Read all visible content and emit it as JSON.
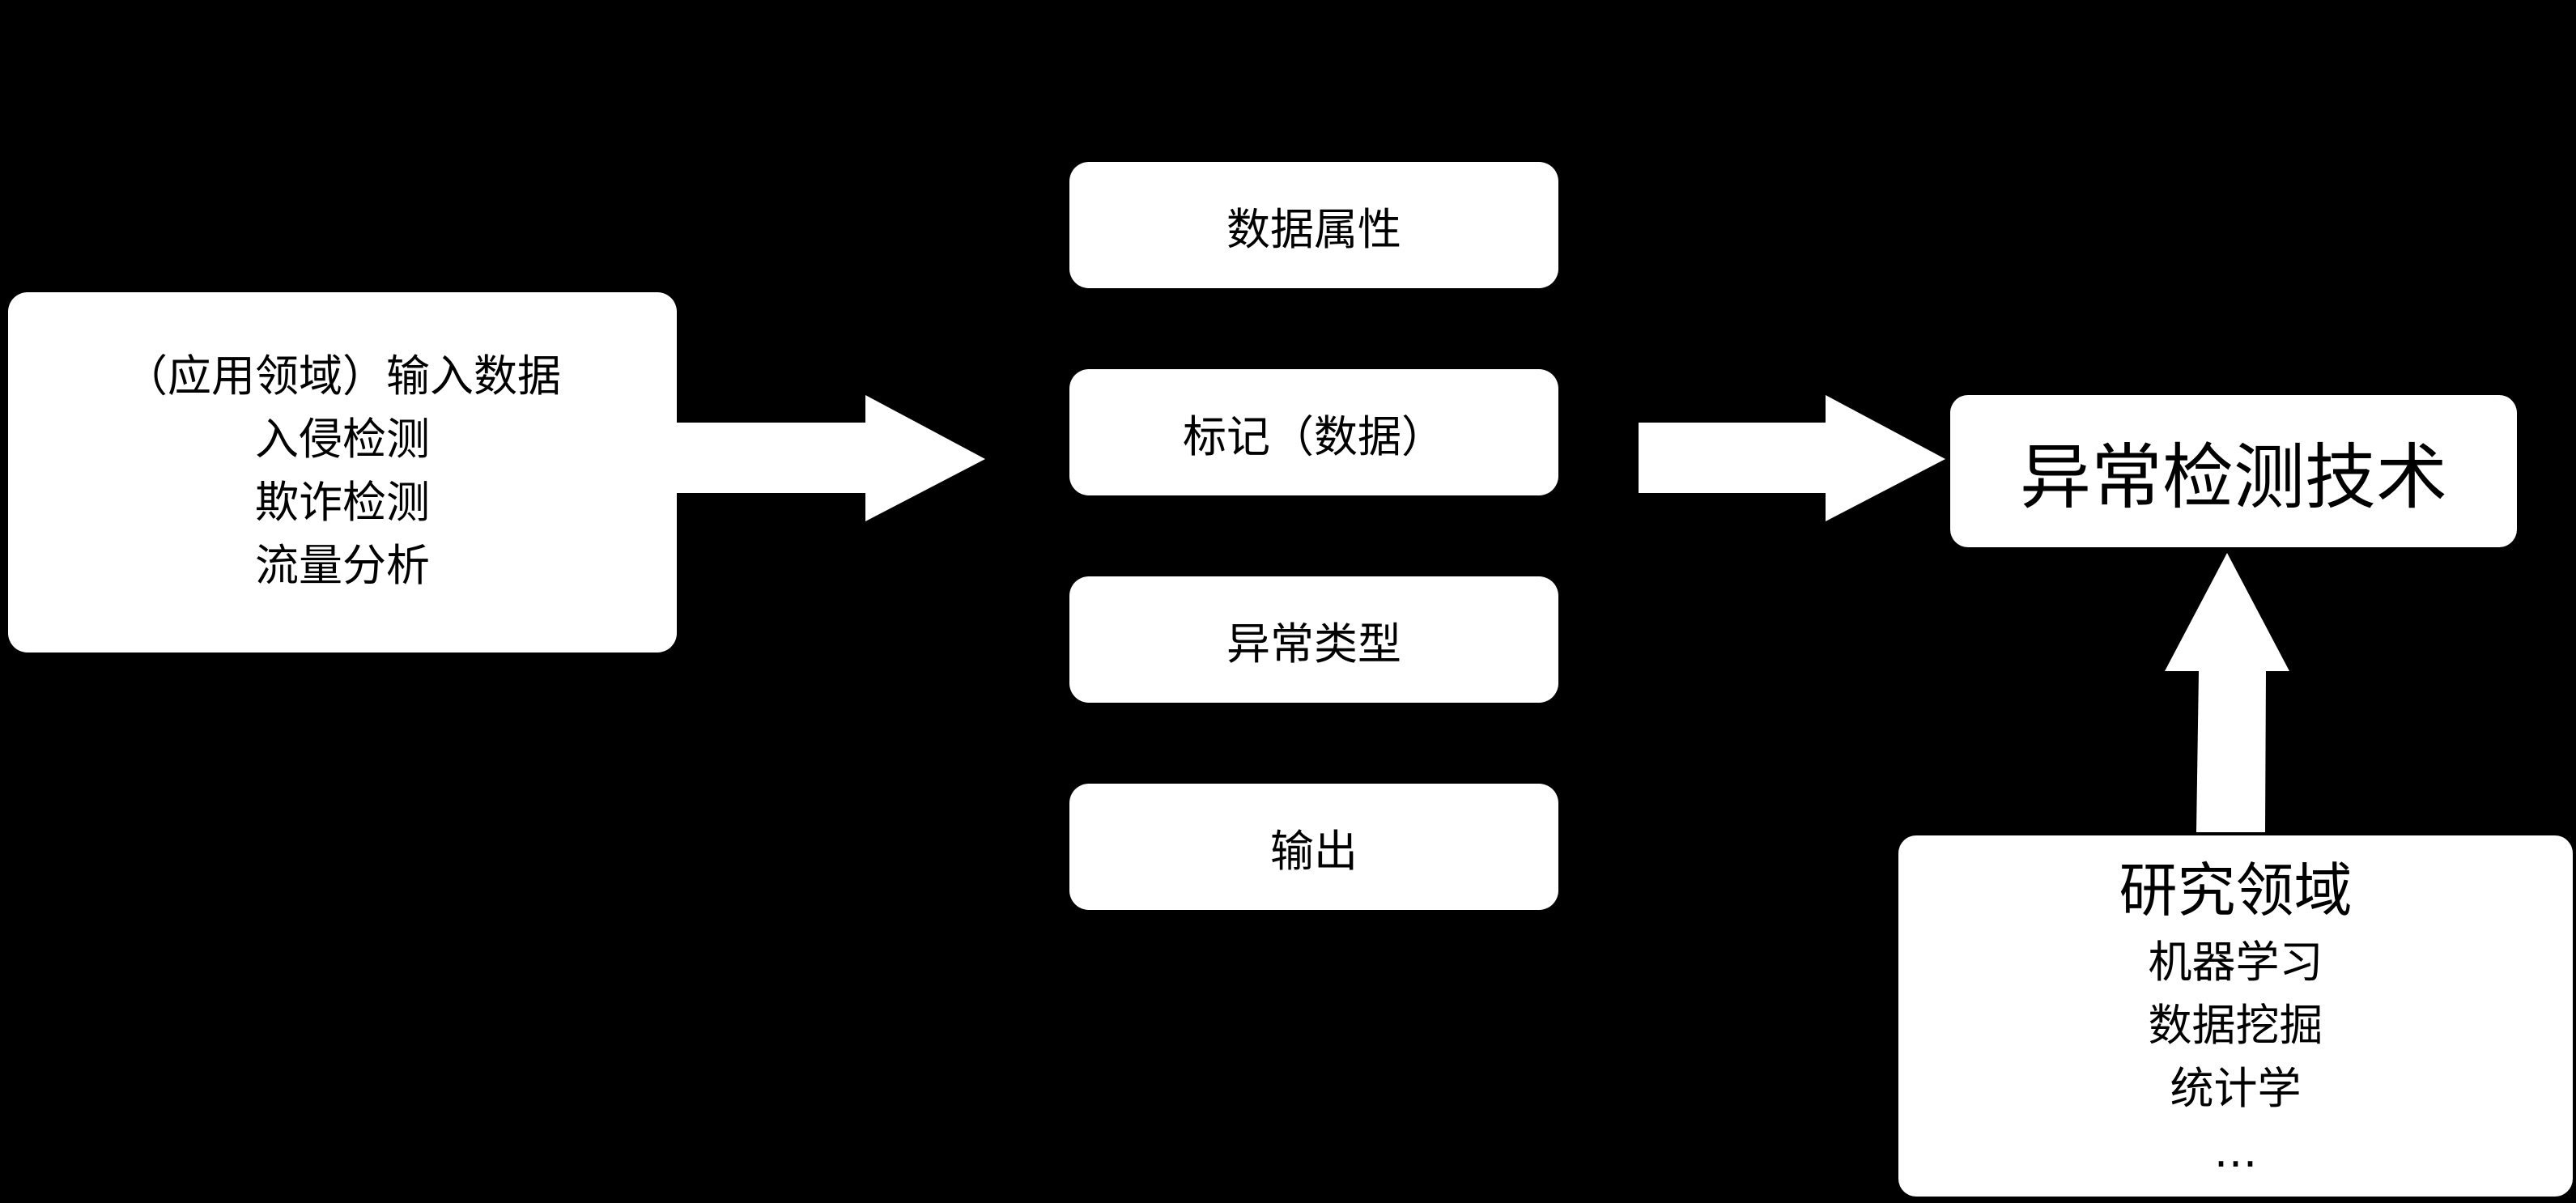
{
  "input_box": {
    "lines": [
      "（应用领域）输入数据",
      "入侵检测",
      "欺诈检测",
      "流量分析"
    ]
  },
  "middle_boxes": {
    "attributes": "数据属性",
    "labels": "标记（数据）",
    "anomaly_type": "异常类型",
    "output": "输出"
  },
  "technique_box": {
    "label": "异常检测技术"
  },
  "research_box": {
    "title": "研究领域",
    "items": [
      "机器学习",
      "数据挖掘",
      "统计学",
      "…"
    ]
  },
  "colors": {
    "background": "#000000",
    "box_fill": "#ffffff",
    "arrow_fill": "#ffffff",
    "text": "#000000"
  }
}
